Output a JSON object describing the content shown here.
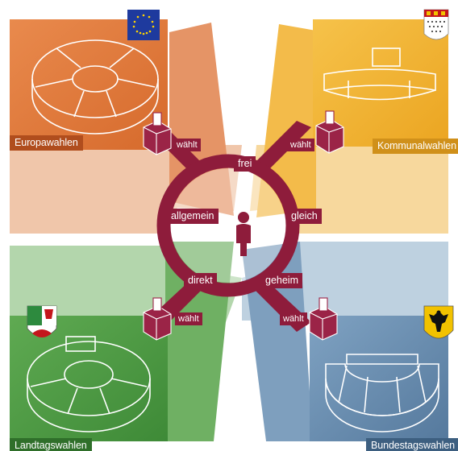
{
  "quadrants": {
    "europa": {
      "label": "Europawahlen"
    },
    "kommunal": {
      "label": "Kommunalwahlen"
    },
    "landtag": {
      "label": "Landtagswahlen"
    },
    "bundestag": {
      "label": "Bundestagswahlen"
    }
  },
  "principles": {
    "frei": "frei",
    "allgemein": "allgemein",
    "gleich": "gleich",
    "direkt": "direkt",
    "geheim": "geheim"
  },
  "ballot_action": "wählt",
  "icons": [
    "eu-flag-icon",
    "cologne-coat-of-arms-icon",
    "nrw-coat-of-arms-icon",
    "federal-eagle-icon",
    "ballot-box-icon",
    "voter-person-icon"
  ],
  "colors": {
    "europa": "#e07b3f",
    "europa_dark": "#b04d1d",
    "kommunal": "#f2b430",
    "kommunal_dark": "#d0901a",
    "landtag": "#4e9a44",
    "landtag_dark": "#2f6f2a",
    "bundestag": "#6a8fb0",
    "bundestag_dark": "#3d5f80",
    "ring": "#8e1c3b"
  }
}
